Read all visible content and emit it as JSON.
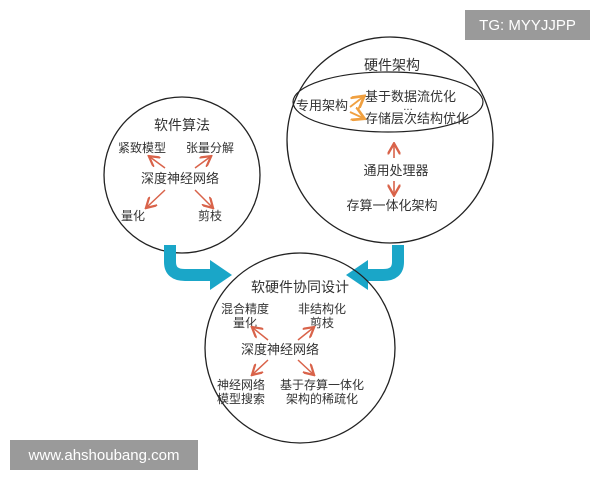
{
  "software": {
    "title": "软件算法",
    "center": "深度神经网络",
    "top_left": "紧致模型",
    "top_right": "张量分解",
    "bottom_left": "量化",
    "bottom_right": "剪枝"
  },
  "hardware": {
    "title": "硬件架构",
    "special": "专用架构",
    "opt1": "基于数据流优化",
    "ellipsis": "...",
    "opt2": "存储层次结构优化",
    "general": "通用处理器",
    "pim": "存算一体化架构"
  },
  "codesign": {
    "title": "软硬件协同设计",
    "center": "深度神经网络",
    "tl1": "混合精度",
    "tl2": "量化",
    "tr1": "非结构化",
    "tr2": "剪枝",
    "bl1": "神经网络",
    "bl2": "模型搜索",
    "br1": "基于存算一体化",
    "br2": "架构的稀疏化"
  },
  "colors": {
    "red_arrow": "#d9634a",
    "orange_arrow": "#f0a040",
    "blue_arrow": "#1aa6c8"
  },
  "watermarks": {
    "top": "TG: MYYJJPP",
    "bottom": "www.ahshoubang.com"
  }
}
